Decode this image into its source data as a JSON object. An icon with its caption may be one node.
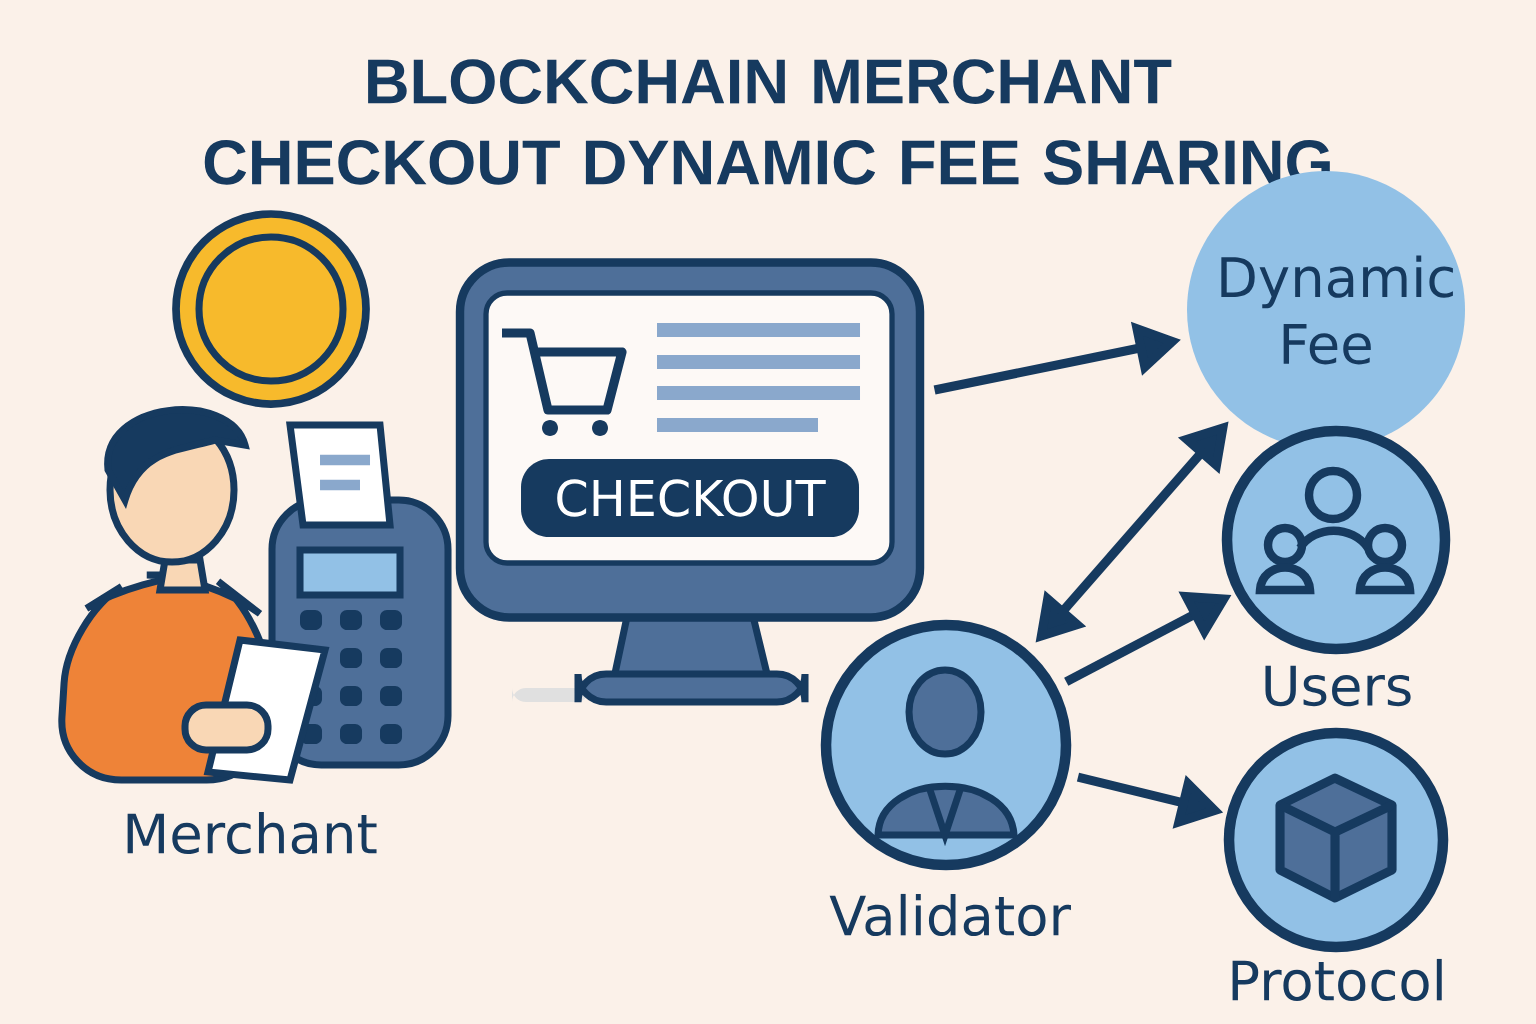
{
  "diagram": {
    "title": "BLOCKCHAIN MERCHANT CHECKOUT DYNAMIC FEE SHARING",
    "nodes": [
      {
        "text": [
          "CHECKOUT"
        ]
      },
      {
        "text": [
          "Dynamic Fee"
        ]
      },
      {
        "text": [
          "Users"
        ]
      },
      {
        "text": [
          "Validator"
        ]
      },
      {
        "text": [
          "Protocol"
        ]
      }
    ],
    "edges": [
      {
        "from": 0,
        "to": 1,
        "arrow": "to"
      },
      {
        "from": 3,
        "to": 1,
        "arrow": "both"
      },
      {
        "from": 3,
        "to": 2,
        "arrow": "to"
      },
      {
        "from": 3,
        "to": 4,
        "arrow": "to"
      }
    ],
    "labels": [
      "Merchant"
    ]
  }
}
